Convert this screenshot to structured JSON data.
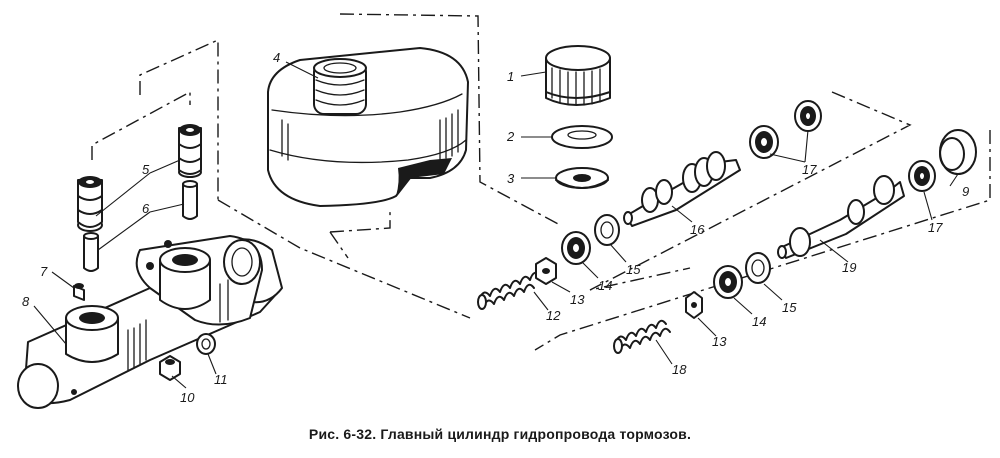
{
  "caption": "Рис. 6-32. Главный цилиндр гидропровода тормозов.",
  "labels": {
    "l1": "1",
    "l2": "2",
    "l3": "3",
    "l4": "4",
    "l5": "5",
    "l6": "6",
    "l7": "7",
    "l8": "8",
    "l9": "9",
    "l10": "10",
    "l11": "11",
    "l12": "12",
    "l13a": "13",
    "l13b": "13",
    "l14a": "14",
    "l14b": "14",
    "l15a": "15",
    "l15b": "15",
    "l16": "16",
    "l17a": "17",
    "l17b": "17",
    "l18": "18",
    "l19": "19"
  }
}
